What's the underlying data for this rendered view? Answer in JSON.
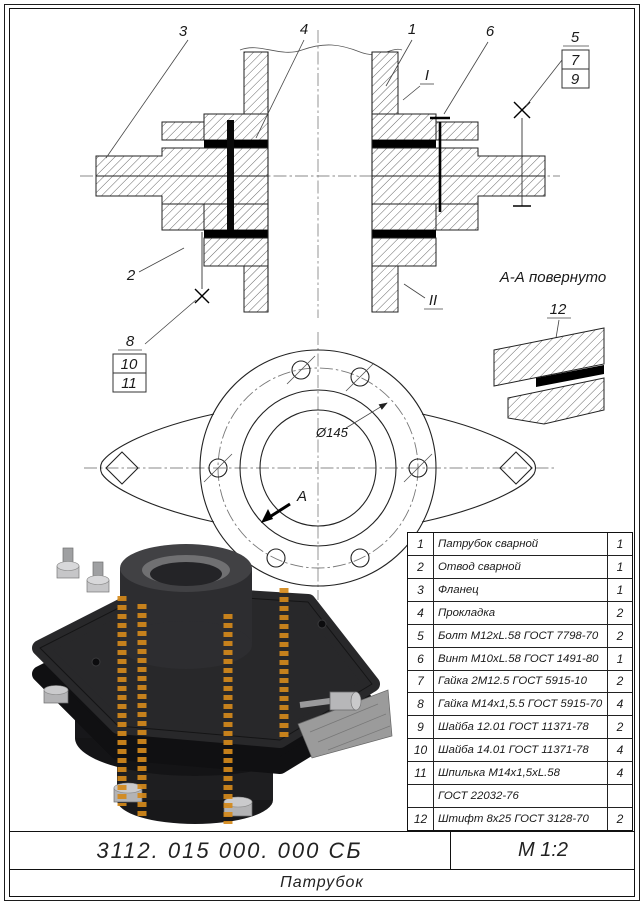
{
  "sheet": {
    "doc_number": "3112. 015 000. 000 СБ",
    "scale": "М 1:2",
    "title": "Патрубок"
  },
  "drawing": {
    "labels": {
      "section_rotated": "А-А повернуто",
      "dim_diameter": "Ø145",
      "section_arrow": "А"
    },
    "callouts": {
      "c1": "1",
      "c2": "2",
      "c3": "3",
      "c4": "4",
      "c5": "5",
      "c6": "6",
      "c7": "7",
      "c8": "8",
      "c9": "9",
      "c10": "10",
      "c11": "11",
      "c12": "12",
      "roman_1": "I",
      "roman_2": "II"
    }
  },
  "parts_table": {
    "rows": [
      {
        "num": "1",
        "name": "Патрубок  сварной",
        "qty": "1"
      },
      {
        "num": "2",
        "name": "Отвод  сварной",
        "qty": "1"
      },
      {
        "num": "3",
        "name": "Фланец",
        "qty": "1"
      },
      {
        "num": "4",
        "name": "Прокладка",
        "qty": "2"
      },
      {
        "num": "5",
        "name": "Болт М12хL.58  ГОСТ 7798-70",
        "qty": "2"
      },
      {
        "num": "6",
        "name": "Винт М10хL.58  ГОСТ 1491-80",
        "qty": "1"
      },
      {
        "num": "7",
        "name": "Гайка 2М12.5  ГОСТ 5915-10",
        "qty": "2"
      },
      {
        "num": "8",
        "name": "Гайка М14х1,5.5  ГОСТ 5915-70",
        "qty": "4"
      },
      {
        "num": "9",
        "name": "Шайба 12.01  ГОСТ 11371-78",
        "qty": "2"
      },
      {
        "num": "10",
        "name": "Шайба 14.01  ГОСТ 11371-78",
        "qty": "4"
      },
      {
        "num": "11",
        "name": "Шпилька  М14х1,5хL.58",
        "qty": "4"
      },
      {
        "num": "",
        "name": "ГОСТ 22032-76",
        "qty": ""
      },
      {
        "num": "12",
        "name": "Штифт 8х25  ГОСТ 3128-70",
        "qty": "2"
      }
    ]
  },
  "colors": {
    "stud_accent": "#d4891b",
    "body_dark": "#232326",
    "line": "#222222"
  }
}
